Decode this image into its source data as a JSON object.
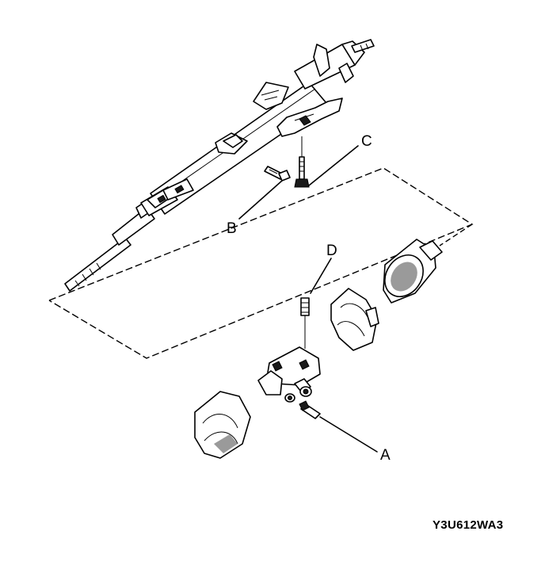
{
  "diagram": {
    "callouts": {
      "a": "A",
      "b": "B",
      "c": "C",
      "d": "D"
    },
    "figure_code": "Y3U612WA3"
  }
}
